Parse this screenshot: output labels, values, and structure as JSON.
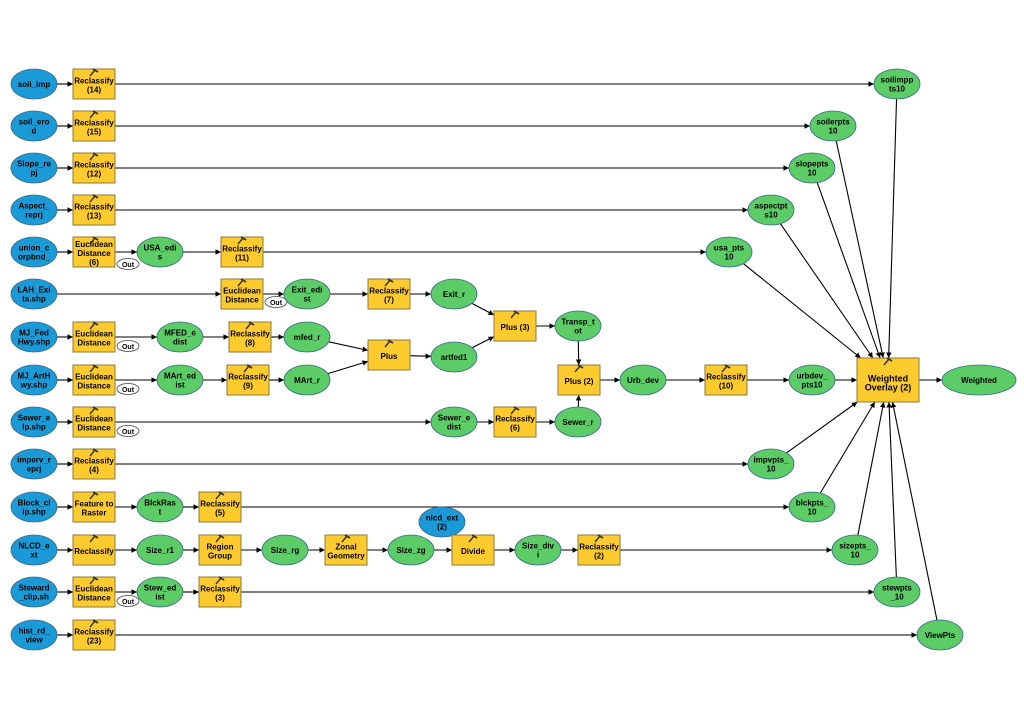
{
  "colors": {
    "input": "#1a9ad6",
    "tool": "#fecb2f",
    "output": "#5ccc66",
    "flag": "#ffffff",
    "edge": "#000000",
    "background": "#ffffff"
  },
  "nodes": {
    "in1": {
      "type": "input",
      "lines": [
        "soil_imp"
      ]
    },
    "t1": {
      "type": "tool",
      "lines": [
        "Reclassify",
        "(14)"
      ]
    },
    "o1": {
      "type": "output",
      "lines": [
        "soilimpp",
        "ts10"
      ]
    },
    "in2": {
      "type": "input",
      "lines": [
        "soil_ero",
        "d"
      ]
    },
    "t2": {
      "type": "tool",
      "lines": [
        "Reclassify",
        "(15)"
      ]
    },
    "o2": {
      "type": "output",
      "lines": [
        "soilerpts",
        "10"
      ]
    },
    "in3": {
      "type": "input",
      "lines": [
        "Slope_re",
        "pj"
      ]
    },
    "t3": {
      "type": "tool",
      "lines": [
        "Reclassify",
        "(12)"
      ]
    },
    "o3": {
      "type": "output",
      "lines": [
        "slopepts",
        "10"
      ]
    },
    "in4": {
      "type": "input",
      "lines": [
        "Aspect_",
        "reprj"
      ]
    },
    "t4": {
      "type": "tool",
      "lines": [
        "Reclassify",
        "(13)"
      ]
    },
    "o4": {
      "type": "output",
      "lines": [
        "aspectpt",
        "s10"
      ]
    },
    "in5": {
      "type": "input",
      "lines": [
        "union_c",
        "orpbnd_"
      ]
    },
    "t5a": {
      "type": "tool",
      "lines": [
        "Euclidean",
        "Distance",
        "(6)"
      ]
    },
    "f5": {
      "type": "flag",
      "lines": [
        "Out"
      ]
    },
    "m5": {
      "type": "output",
      "lines": [
        "USA_edi",
        "s"
      ]
    },
    "t5b": {
      "type": "tool",
      "lines": [
        "Reclassify",
        "(11)"
      ]
    },
    "o5": {
      "type": "output",
      "lines": [
        "usa_pts",
        "10"
      ]
    },
    "in6": {
      "type": "input",
      "lines": [
        "LAH_Exi",
        "ts.shp"
      ]
    },
    "t6a": {
      "type": "tool",
      "lines": [
        "Euclidean",
        "Distance"
      ]
    },
    "f6": {
      "type": "flag",
      "lines": [
        "Out"
      ]
    },
    "m6": {
      "type": "output",
      "lines": [
        "Exit_edi",
        "st"
      ]
    },
    "t6b": {
      "type": "tool",
      "lines": [
        "Reclassify",
        "(7)"
      ]
    },
    "r6": {
      "type": "output",
      "lines": [
        "Exit_r"
      ]
    },
    "in7": {
      "type": "input",
      "lines": [
        "MJ_Fed",
        "Hwy.shp"
      ]
    },
    "t7a": {
      "type": "tool",
      "lines": [
        "Euclidean",
        "Distance"
      ]
    },
    "f7": {
      "type": "flag",
      "lines": [
        "Out"
      ]
    },
    "m7": {
      "type": "output",
      "lines": [
        "MFED_e",
        "dist"
      ]
    },
    "t7b": {
      "type": "tool",
      "lines": [
        "Reclassify",
        "(8)"
      ]
    },
    "r7": {
      "type": "output",
      "lines": [
        "mfed_r"
      ]
    },
    "in8": {
      "type": "input",
      "lines": [
        "MJ_ArtH",
        "wy.shp"
      ]
    },
    "t8a": {
      "type": "tool",
      "lines": [
        "Euclidean",
        "Distance"
      ]
    },
    "f8": {
      "type": "flag",
      "lines": [
        "Out"
      ]
    },
    "m8": {
      "type": "output",
      "lines": [
        "MArt_ed",
        "ist"
      ]
    },
    "t8b": {
      "type": "tool",
      "lines": [
        "Reclassify",
        "(9)"
      ]
    },
    "r8": {
      "type": "output",
      "lines": [
        "MArt_r"
      ]
    },
    "plus": {
      "type": "tool",
      "lines": [
        "Plus"
      ]
    },
    "artfed": {
      "type": "output",
      "lines": [
        "artfed1"
      ]
    },
    "plus3": {
      "type": "tool",
      "lines": [
        "Plus (3)"
      ]
    },
    "transp": {
      "type": "output",
      "lines": [
        "Transp_t",
        "ot"
      ]
    },
    "plus2": {
      "type": "tool",
      "lines": [
        "Plus (2)"
      ]
    },
    "urbdev": {
      "type": "output",
      "lines": [
        "Urb_dev"
      ]
    },
    "t10": {
      "type": "tool",
      "lines": [
        "Reclassify",
        "(10)"
      ]
    },
    "o10": {
      "type": "output",
      "lines": [
        "urbdev_",
        "pts10"
      ]
    },
    "wo": {
      "type": "tool",
      "lines": [
        "Weighted",
        "Overlay (2)"
      ]
    },
    "weighted": {
      "type": "output",
      "lines": [
        "Weighted"
      ]
    },
    "in9": {
      "type": "input",
      "lines": [
        "Sewer_e",
        "lp.shp"
      ]
    },
    "t9a": {
      "type": "tool",
      "lines": [
        "Euclidean",
        "Distance"
      ]
    },
    "f9": {
      "type": "flag",
      "lines": [
        "Out"
      ]
    },
    "m9": {
      "type": "output",
      "lines": [
        "Sewer_e",
        "dist"
      ]
    },
    "t9b": {
      "type": "tool",
      "lines": [
        "Reclassify",
        "(6)"
      ]
    },
    "r9": {
      "type": "output",
      "lines": [
        "Sewer_r"
      ]
    },
    "in10": {
      "type": "input",
      "lines": [
        "imperv_r",
        "eprj"
      ]
    },
    "t11": {
      "type": "tool",
      "lines": [
        "Reclassify",
        "(4)"
      ]
    },
    "o11": {
      "type": "output",
      "lines": [
        "impvpts_",
        "10"
      ]
    },
    "in12": {
      "type": "input",
      "lines": [
        "Block_cl",
        "ip.shp"
      ]
    },
    "t12a": {
      "type": "tool",
      "lines": [
        "Feature to",
        "Raster"
      ]
    },
    "m12": {
      "type": "output",
      "lines": [
        "BlckRas",
        "t"
      ]
    },
    "t12b": {
      "type": "tool",
      "lines": [
        "Reclassify",
        "(5)"
      ]
    },
    "o12": {
      "type": "output",
      "lines": [
        "blckpts_",
        "10"
      ]
    },
    "in13": {
      "type": "input",
      "lines": [
        "NLCD_e",
        "xt"
      ]
    },
    "t13a": {
      "type": "tool",
      "lines": [
        "Reclassify"
      ]
    },
    "m13a": {
      "type": "output",
      "lines": [
        "Size_r1"
      ]
    },
    "t13b": {
      "type": "tool",
      "lines": [
        "Region",
        "Group"
      ]
    },
    "m13b": {
      "type": "output",
      "lines": [
        "Size_rg"
      ]
    },
    "t13c": {
      "type": "tool",
      "lines": [
        "Zonal",
        "Geometry"
      ]
    },
    "m13c": {
      "type": "output",
      "lines": [
        "Size_zg"
      ]
    },
    "nlcd2": {
      "type": "input",
      "lines": [
        "nlcd_ext",
        "(2)"
      ]
    },
    "t13d": {
      "type": "tool",
      "lines": [
        "Divide"
      ]
    },
    "m13d": {
      "type": "output",
      "lines": [
        "Size_div",
        "i"
      ]
    },
    "t13e": {
      "type": "tool",
      "lines": [
        "Reclassify",
        "(2)"
      ]
    },
    "o13": {
      "type": "output",
      "lines": [
        "sizepts_",
        "10"
      ]
    },
    "in14": {
      "type": "input",
      "lines": [
        "Steward",
        "_clip.sh"
      ]
    },
    "t14a": {
      "type": "tool",
      "lines": [
        "Euclidean",
        "Distance"
      ]
    },
    "f14": {
      "type": "flag",
      "lines": [
        "Out"
      ]
    },
    "m14": {
      "type": "output",
      "lines": [
        "Stew_ed",
        "ist"
      ]
    },
    "t14b": {
      "type": "tool",
      "lines": [
        "Reclassify",
        "(3)"
      ]
    },
    "o14": {
      "type": "output",
      "lines": [
        "stewpts",
        "_10"
      ]
    },
    "in15": {
      "type": "input",
      "lines": [
        "hist_rd_",
        "view"
      ]
    },
    "t15": {
      "type": "tool",
      "lines": [
        "Reclassify",
        "(23)"
      ]
    },
    "o15": {
      "type": "output",
      "lines": [
        "ViewPts"
      ]
    }
  },
  "edges": [
    [
      "in1",
      "t1"
    ],
    [
      "t1",
      "o1"
    ],
    [
      "o1",
      "wo"
    ],
    [
      "in2",
      "t2"
    ],
    [
      "t2",
      "o2"
    ],
    [
      "o2",
      "wo"
    ],
    [
      "in3",
      "t3"
    ],
    [
      "t3",
      "o3"
    ],
    [
      "o3",
      "wo"
    ],
    [
      "in4",
      "t4"
    ],
    [
      "t4",
      "o4"
    ],
    [
      "o4",
      "wo"
    ],
    [
      "in5",
      "t5a"
    ],
    [
      "t5a",
      "m5"
    ],
    [
      "m5",
      "t5b"
    ],
    [
      "t5b",
      "o5"
    ],
    [
      "o5",
      "wo"
    ],
    [
      "in6",
      "t6a"
    ],
    [
      "t6a",
      "m6"
    ],
    [
      "m6",
      "t6b"
    ],
    [
      "t6b",
      "r6"
    ],
    [
      "r6",
      "plus3"
    ],
    [
      "in7",
      "t7a"
    ],
    [
      "t7a",
      "m7"
    ],
    [
      "m7",
      "t7b"
    ],
    [
      "t7b",
      "r7"
    ],
    [
      "r7",
      "plus"
    ],
    [
      "in8",
      "t8a"
    ],
    [
      "t8a",
      "m8"
    ],
    [
      "m8",
      "t8b"
    ],
    [
      "t8b",
      "r8"
    ],
    [
      "r8",
      "plus"
    ],
    [
      "plus",
      "artfed"
    ],
    [
      "artfed",
      "plus3"
    ],
    [
      "plus3",
      "transp"
    ],
    [
      "transp",
      "plus2"
    ],
    [
      "in9",
      "t9a"
    ],
    [
      "t9a",
      "m9"
    ],
    [
      "m9",
      "t9b"
    ],
    [
      "t9b",
      "r9"
    ],
    [
      "r9",
      "plus2"
    ],
    [
      "plus2",
      "urbdev"
    ],
    [
      "urbdev",
      "t10"
    ],
    [
      "t10",
      "o10"
    ],
    [
      "o10",
      "wo"
    ],
    [
      "wo",
      "weighted"
    ],
    [
      "in10",
      "t11"
    ],
    [
      "t11",
      "o11"
    ],
    [
      "o11",
      "wo"
    ],
    [
      "in12",
      "t12a"
    ],
    [
      "t12a",
      "m12"
    ],
    [
      "m12",
      "t12b"
    ],
    [
      "t12b",
      "o12"
    ],
    [
      "o12",
      "wo"
    ],
    [
      "in13",
      "t13a"
    ],
    [
      "t13a",
      "m13a"
    ],
    [
      "m13a",
      "t13b"
    ],
    [
      "t13b",
      "m13b"
    ],
    [
      "m13b",
      "t13c"
    ],
    [
      "t13c",
      "m13c"
    ],
    [
      "m13c",
      "t13d"
    ],
    [
      "nlcd2",
      "t13d"
    ],
    [
      "t13d",
      "m13d"
    ],
    [
      "m13d",
      "t13e"
    ],
    [
      "t13e",
      "o13"
    ],
    [
      "o13",
      "wo"
    ],
    [
      "in14",
      "t14a"
    ],
    [
      "t14a",
      "m14"
    ],
    [
      "m14",
      "t14b"
    ],
    [
      "t14b",
      "o14"
    ],
    [
      "o14",
      "wo"
    ],
    [
      "in15",
      "t15"
    ],
    [
      "t15",
      "o15"
    ],
    [
      "o15",
      "wo"
    ]
  ]
}
